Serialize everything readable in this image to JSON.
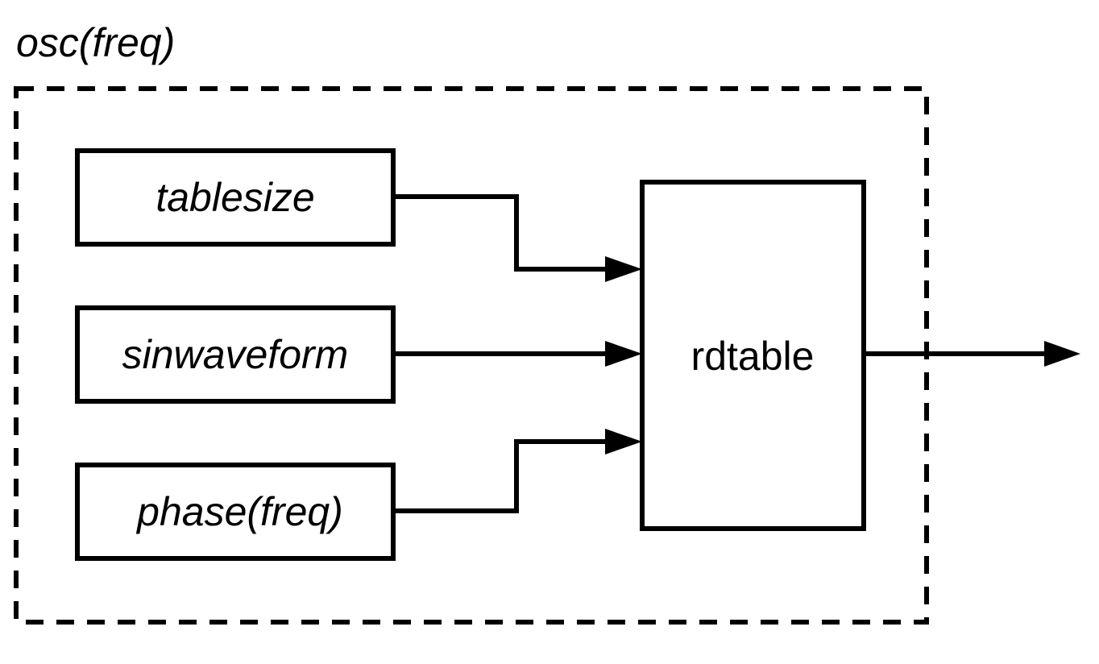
{
  "diagram": {
    "group_label": "osc(freq)",
    "inputs": [
      {
        "label": "tablesize"
      },
      {
        "label": "sinwaveform"
      },
      {
        "label": "phase(freq)"
      }
    ],
    "processor": {
      "label": "rdtable"
    }
  }
}
